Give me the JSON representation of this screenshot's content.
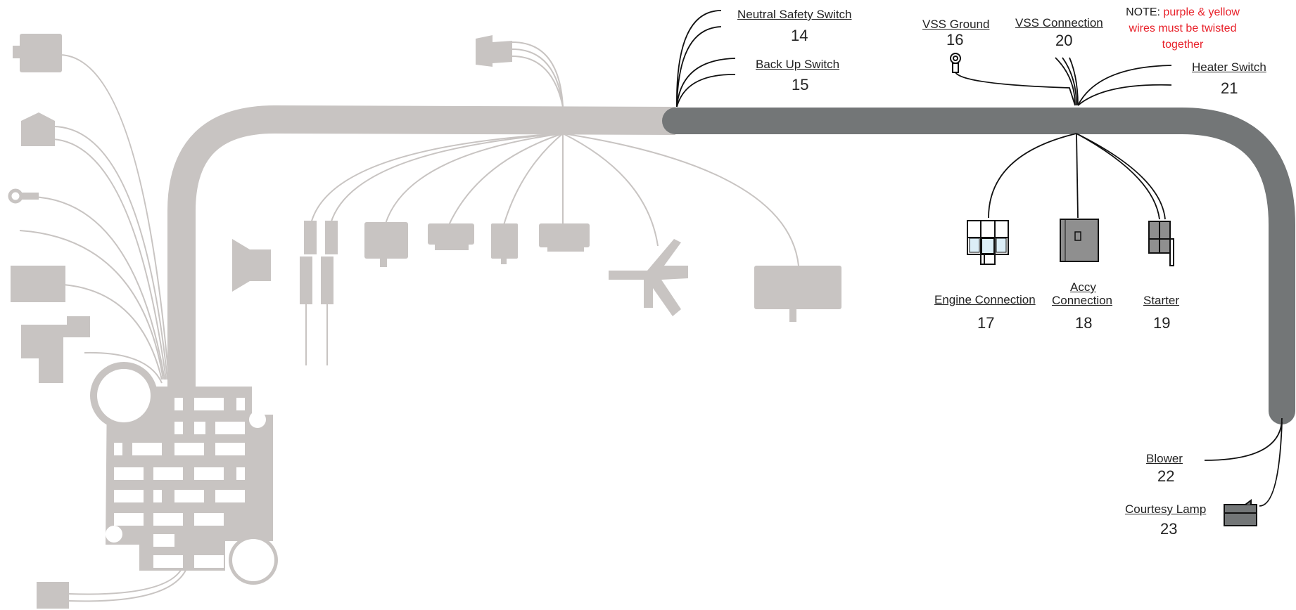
{
  "labels": {
    "neutral_safety_switch": {
      "name": "Neutral Safety Switch",
      "number": "14"
    },
    "back_up_switch": {
      "name": "Back Up Switch",
      "number": "15"
    },
    "vss_ground": {
      "name": "VSS Ground",
      "number": "16"
    },
    "vss_connection": {
      "name": "VSS Connection",
      "number": "20"
    },
    "heater_switch": {
      "name": "Heater Switch",
      "number": "21"
    },
    "engine_connection": {
      "name": "Engine Connection",
      "number": "17"
    },
    "accy_connection": {
      "name_line1": "Accy",
      "name_line2": "Connection",
      "number": "18"
    },
    "starter": {
      "name": "Starter",
      "number": "19"
    },
    "blower": {
      "name": "Blower",
      "number": "22"
    },
    "courtesy_lamp": {
      "name": "Courtesy Lamp",
      "number": "23"
    }
  },
  "note": {
    "prefix": "NOTE: ",
    "line1_red": "purple & yellow",
    "line2": "wires must be twisted",
    "line3": "together"
  },
  "colors": {
    "faded_harness": "#c8c4c2",
    "active_harness": "#737677",
    "wire": "#111111",
    "note_red": "#e8212a",
    "connector_gray": "#8f8f8f",
    "connector_light_blue": "#dceef7"
  }
}
